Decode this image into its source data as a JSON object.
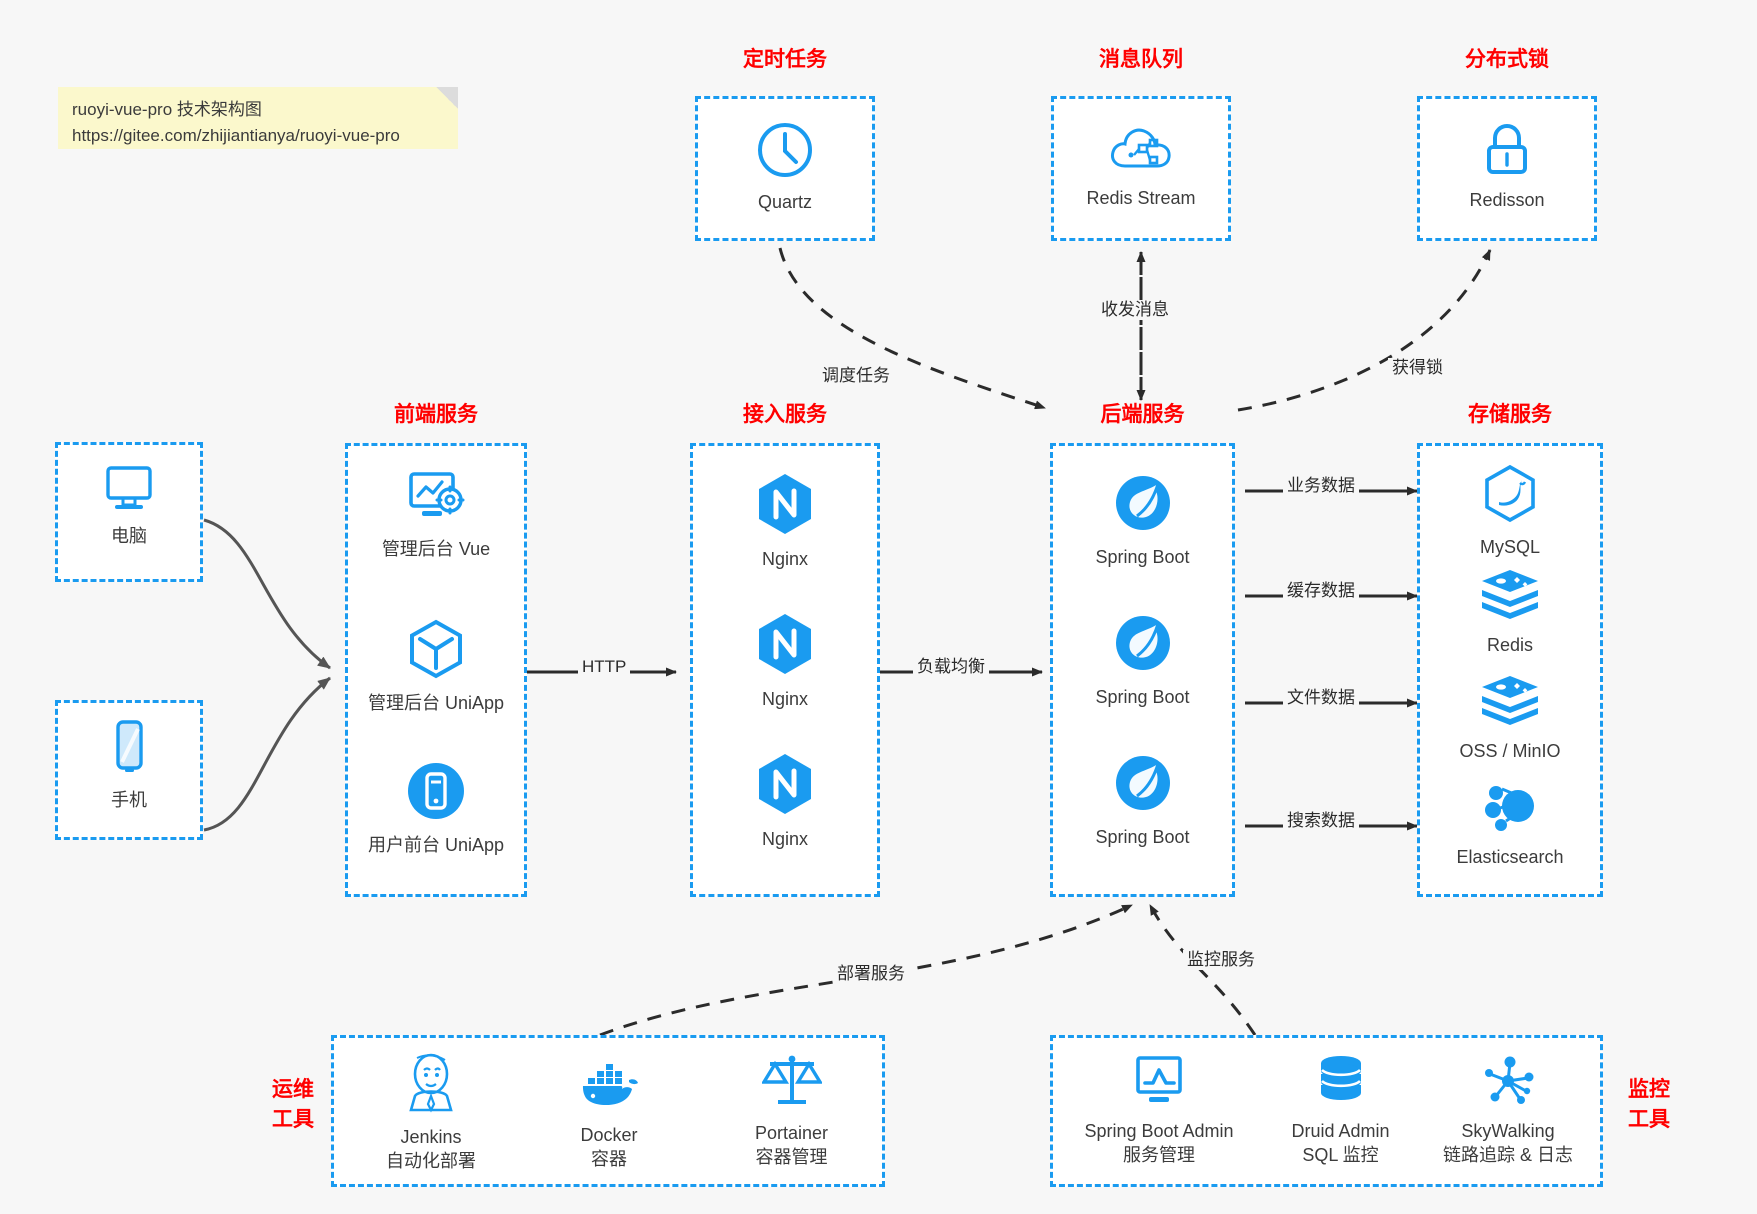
{
  "note": {
    "line1": "ruoyi-vue-pro 技术架构图",
    "line2": "https://gitee.com/zhijiantianya/ruoyi-vue-pro"
  },
  "colors": {
    "accent": "#1a9bf0",
    "title": "#ff0000",
    "text": "#3c3c3c",
    "background": "#f7f7f7",
    "edge": "#2b2b2b",
    "client_edge": "#555555"
  },
  "groups": {
    "scheduled_task": {
      "title": "定时任务",
      "nodes": [
        {
          "label": "Quartz",
          "icon": "clock-icon"
        }
      ]
    },
    "message_queue": {
      "title": "消息队列",
      "nodes": [
        {
          "label": "Redis Stream",
          "icon": "cloud-network-icon"
        }
      ]
    },
    "distributed_lock": {
      "title": "分布式锁",
      "nodes": [
        {
          "label": "Redisson",
          "icon": "lock-icon"
        }
      ]
    },
    "clients": {
      "nodes": [
        {
          "label": "电脑",
          "icon": "desktop-monitor-icon"
        },
        {
          "label": "手机",
          "icon": "mobile-phone-icon"
        }
      ]
    },
    "frontend": {
      "title": "前端服务",
      "nodes": [
        {
          "label": "管理后台 Vue",
          "icon": "dashboard-gear-icon"
        },
        {
          "label": "管理后台 UniApp",
          "icon": "hexagon-cube-icon"
        },
        {
          "label": "用户前台 UniApp",
          "icon": "phone-circle-icon"
        }
      ]
    },
    "gateway": {
      "title": "接入服务",
      "nodes": [
        {
          "label": "Nginx",
          "icon": "nginx-icon"
        },
        {
          "label": "Nginx",
          "icon": "nginx-icon"
        },
        {
          "label": "Nginx",
          "icon": "nginx-icon"
        }
      ]
    },
    "backend": {
      "title": "后端服务",
      "nodes": [
        {
          "label": "Spring Boot",
          "icon": "spring-leaf-icon"
        },
        {
          "label": "Spring Boot",
          "icon": "spring-leaf-icon"
        },
        {
          "label": "Spring Boot",
          "icon": "spring-leaf-icon"
        }
      ]
    },
    "storage": {
      "title": "存储服务",
      "nodes": [
        {
          "label": "MySQL",
          "icon": "mysql-dolphin-icon"
        },
        {
          "label": "Redis",
          "icon": "redis-stack-icon"
        },
        {
          "label": "OSS / MinIO",
          "icon": "oss-stack-icon"
        },
        {
          "label": "Elasticsearch",
          "icon": "elasticsearch-icon"
        }
      ]
    },
    "ops_tools": {
      "title": "运维\n工具",
      "title_line1": "运维",
      "title_line2": "工具",
      "nodes": [
        {
          "label": "Jenkins",
          "sub": "自动化部署",
          "icon": "jenkins-butler-icon"
        },
        {
          "label": "Docker",
          "sub": "容器",
          "icon": "docker-whale-icon"
        },
        {
          "label": "Portainer",
          "sub": "容器管理",
          "icon": "balance-scale-icon"
        }
      ]
    },
    "monitor_tools": {
      "title_line1": "监控",
      "title_line2": "工具",
      "nodes": [
        {
          "label": "Spring Boot Admin",
          "sub": "服务管理",
          "icon": "monitor-chart-icon"
        },
        {
          "label": "Druid Admin",
          "sub": "SQL 监控",
          "icon": "database-cylinder-icon"
        },
        {
          "label": "SkyWalking",
          "sub": "链路追踪 & 日志",
          "icon": "network-nodes-icon"
        }
      ]
    }
  },
  "edges": [
    {
      "id": "schedule",
      "label": "调度任务"
    },
    {
      "id": "mq",
      "label": "收发消息"
    },
    {
      "id": "lock",
      "label": "获得锁"
    },
    {
      "id": "http",
      "label": "HTTP"
    },
    {
      "id": "lb",
      "label": "负载均衡"
    },
    {
      "id": "biz",
      "label": "业务数据"
    },
    {
      "id": "cache",
      "label": "缓存数据"
    },
    {
      "id": "file",
      "label": "文件数据"
    },
    {
      "id": "search",
      "label": "搜索数据"
    },
    {
      "id": "deploy",
      "label": "部署服务"
    },
    {
      "id": "monitor",
      "label": "监控服务"
    }
  ]
}
